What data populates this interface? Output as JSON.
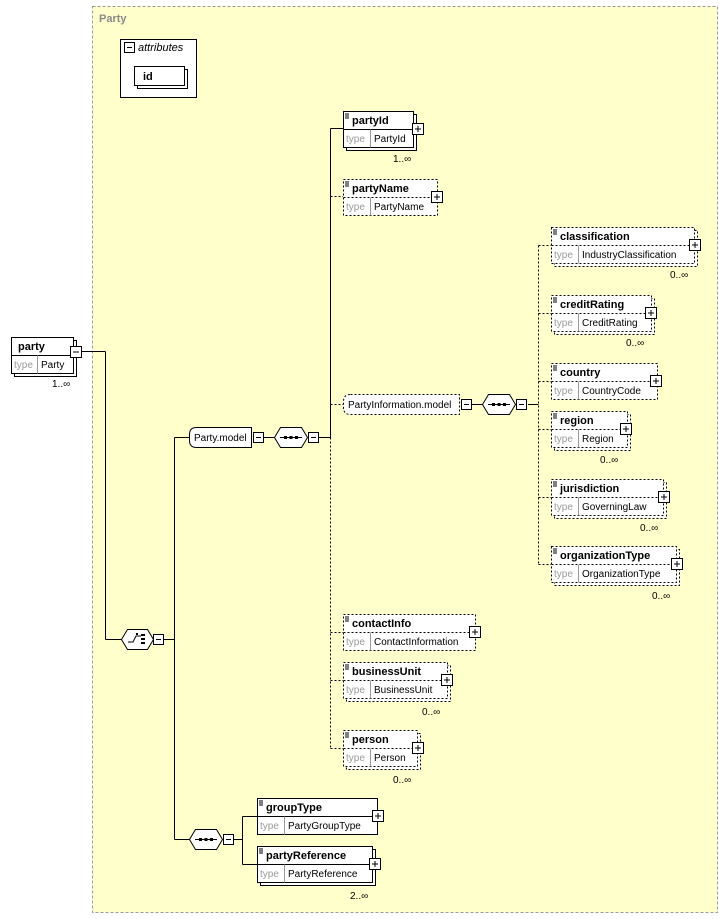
{
  "diagram": {
    "title": "Party",
    "root": {
      "name": "party",
      "type_key": "type",
      "type": "Party",
      "occurs": "1..∞"
    },
    "attributes": {
      "header": "attributes",
      "items": [
        "id"
      ]
    },
    "choice_group": {
      "name": "Party.model"
    },
    "elements": {
      "partyId": {
        "name": "partyId",
        "type_key": "type",
        "type": "PartyId",
        "occurs": "1..∞"
      },
      "partyName": {
        "name": "partyName",
        "type_key": "type",
        "type": "PartyName"
      },
      "partyInformation_group": {
        "name": "PartyInformation.model"
      },
      "classification": {
        "name": "classification",
        "type_key": "type",
        "type": "IndustryClassification",
        "occurs": "0..∞"
      },
      "creditRating": {
        "name": "creditRating",
        "type_key": "type",
        "type": "CreditRating",
        "occurs": "0..∞"
      },
      "country": {
        "name": "country",
        "type_key": "type",
        "type": "CountryCode"
      },
      "region": {
        "name": "region",
        "type_key": "type",
        "type": "Region",
        "occurs": "0..∞"
      },
      "jurisdiction": {
        "name": "jurisdiction",
        "type_key": "type",
        "type": "GoverningLaw",
        "occurs": "0..∞"
      },
      "organizationType": {
        "name": "organizationType",
        "type_key": "type",
        "type": "OrganizationType",
        "occurs": "0..∞"
      },
      "contactInfo": {
        "name": "contactInfo",
        "type_key": "type",
        "type": "ContactInformation"
      },
      "businessUnit": {
        "name": "businessUnit",
        "type_key": "type",
        "type": "BusinessUnit",
        "occurs": "0..∞"
      },
      "person": {
        "name": "person",
        "type_key": "type",
        "type": "Person",
        "occurs": "0..∞"
      },
      "groupType": {
        "name": "groupType",
        "type_key": "type",
        "type": "PartyGroupType"
      },
      "partyReference": {
        "name": "partyReference",
        "type_key": "type",
        "type": "PartyReference",
        "occurs": "2..∞"
      }
    },
    "colors": {
      "background": "#ffffcc",
      "border": "#a0a0a0",
      "line": "#000000",
      "title": "#8a8a8a"
    }
  }
}
